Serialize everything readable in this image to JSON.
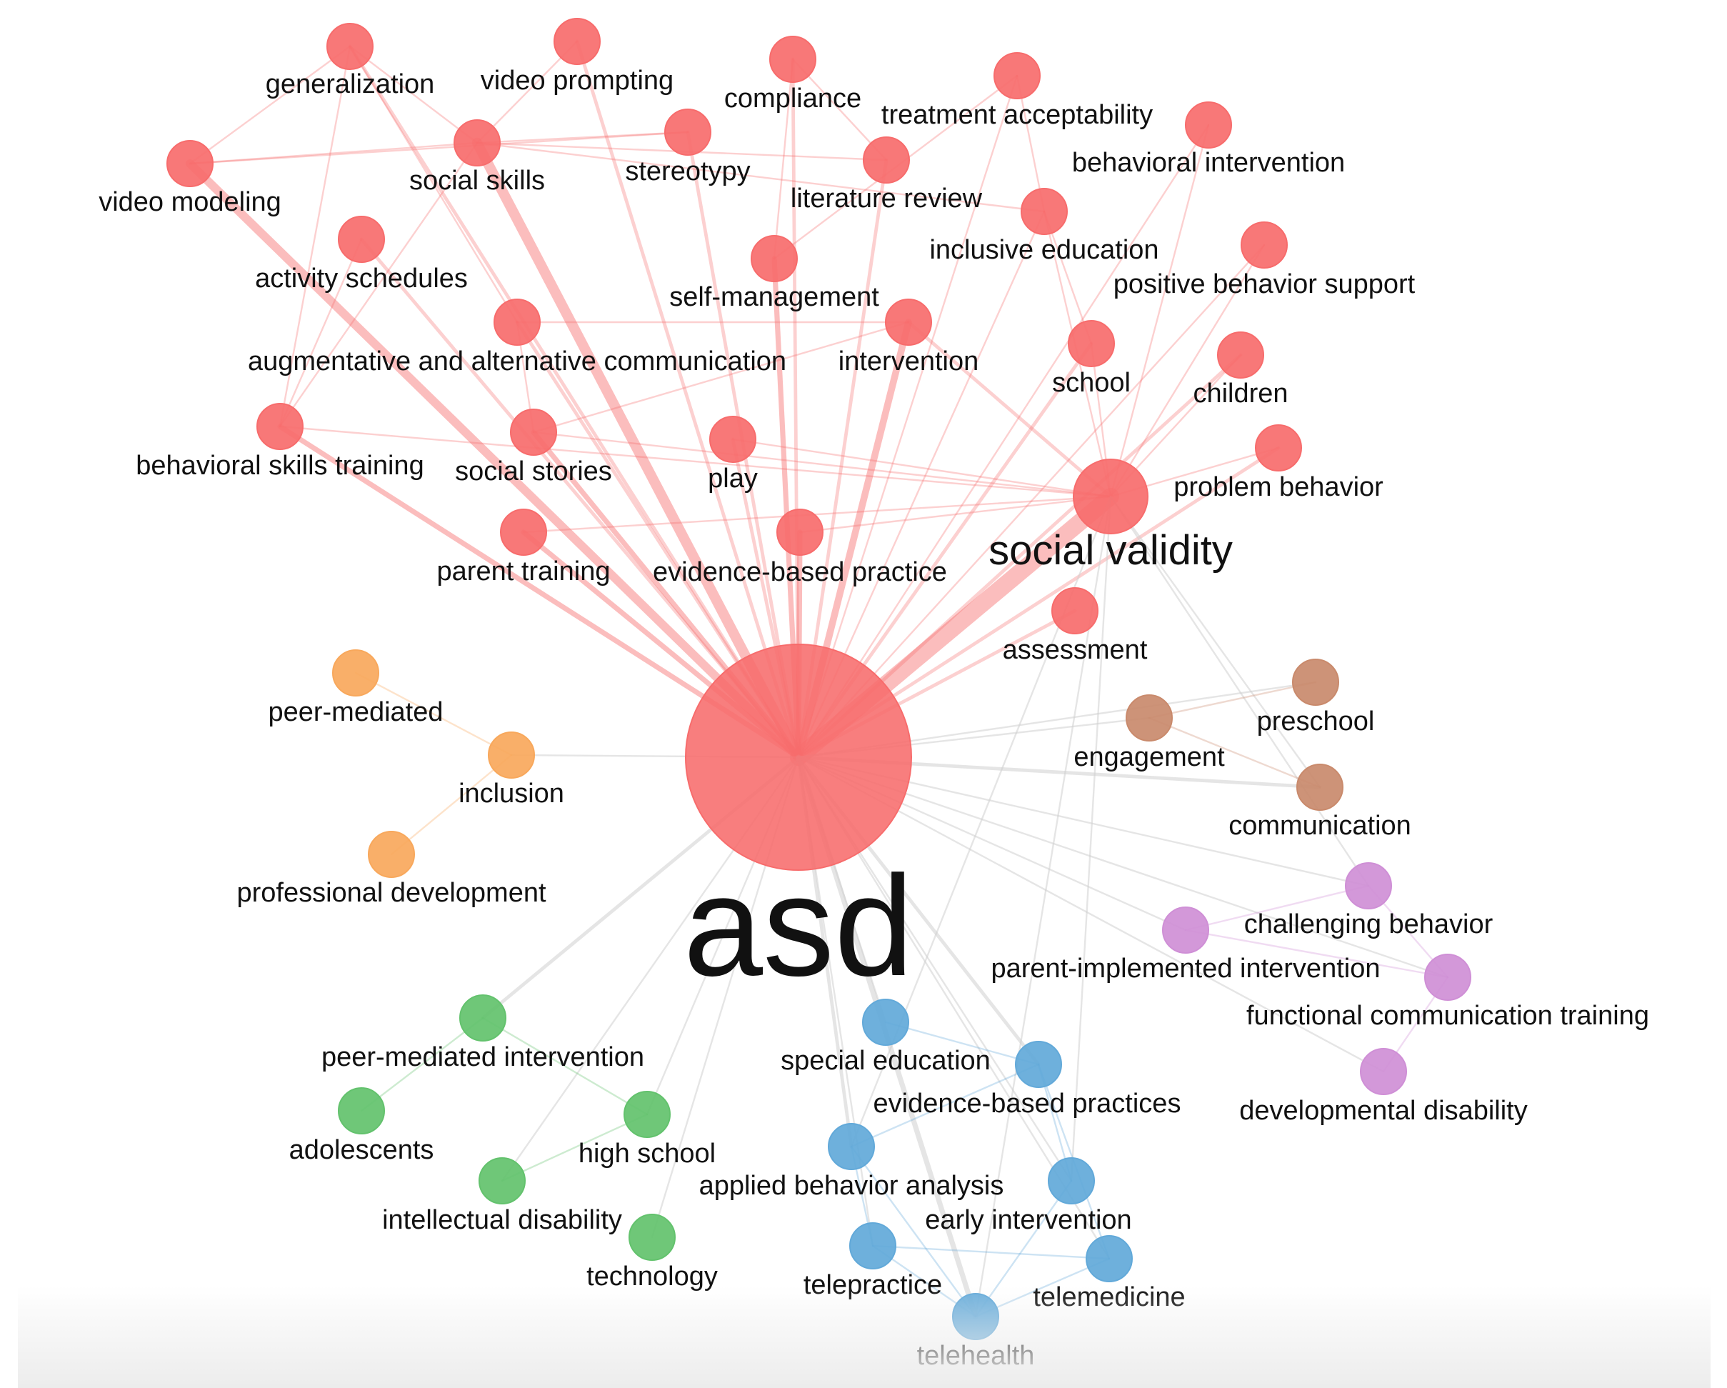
{
  "colors": {
    "red": "#f76c6c",
    "orange": "#f8a85c",
    "brown": "#c98a6c",
    "purple": "#cf8fd6",
    "green": "#63c26d",
    "blue": "#62a9d9",
    "edge_grey": "#cfcfcf"
  },
  "nodes": [
    {
      "id": "asd",
      "label": "asd",
      "cluster": "red",
      "weight": 100
    },
    {
      "id": "social-validity",
      "label": "social validity",
      "cluster": "red",
      "weight": 20
    },
    {
      "id": "generalization",
      "label": "generalization",
      "cluster": "red",
      "weight": 5
    },
    {
      "id": "video-prompting",
      "label": "video prompting",
      "cluster": "red",
      "weight": 5
    },
    {
      "id": "compliance",
      "label": "compliance",
      "cluster": "red",
      "weight": 5
    },
    {
      "id": "treatment-acceptability",
      "label": "treatment acceptability",
      "cluster": "red",
      "weight": 5
    },
    {
      "id": "behavioral-intervention",
      "label": "behavioral intervention",
      "cluster": "red",
      "weight": 5
    },
    {
      "id": "video-modeling",
      "label": "video modeling",
      "cluster": "red",
      "weight": 5
    },
    {
      "id": "social-skills",
      "label": "social skills",
      "cluster": "red",
      "weight": 5
    },
    {
      "id": "stereotypy",
      "label": "stereotypy",
      "cluster": "red",
      "weight": 5
    },
    {
      "id": "literature-review",
      "label": "literature review",
      "cluster": "red",
      "weight": 5
    },
    {
      "id": "inclusive-education",
      "label": "inclusive education",
      "cluster": "red",
      "weight": 5
    },
    {
      "id": "activity-schedules",
      "label": "activity schedules",
      "cluster": "red",
      "weight": 5
    },
    {
      "id": "self-management",
      "label": "self-management",
      "cluster": "red",
      "weight": 5
    },
    {
      "id": "positive-behavior-support",
      "label": "positive behavior support",
      "cluster": "red",
      "weight": 5
    },
    {
      "id": "aac",
      "label": "augmentative and alternative communication",
      "cluster": "red",
      "weight": 5
    },
    {
      "id": "intervention",
      "label": "intervention",
      "cluster": "red",
      "weight": 5
    },
    {
      "id": "school",
      "label": "school",
      "cluster": "red",
      "weight": 5
    },
    {
      "id": "children",
      "label": "children",
      "cluster": "red",
      "weight": 5
    },
    {
      "id": "behavioral-skills-training",
      "label": "behavioral skills training",
      "cluster": "red",
      "weight": 5
    },
    {
      "id": "social-stories",
      "label": "social stories",
      "cluster": "red",
      "weight": 5
    },
    {
      "id": "play",
      "label": "play",
      "cluster": "red",
      "weight": 5
    },
    {
      "id": "problem-behavior",
      "label": "problem behavior",
      "cluster": "red",
      "weight": 5
    },
    {
      "id": "parent-training",
      "label": "parent training",
      "cluster": "red",
      "weight": 5
    },
    {
      "id": "evidence-based-practice",
      "label": "evidence-based practice",
      "cluster": "red",
      "weight": 5
    },
    {
      "id": "assessment",
      "label": "assessment",
      "cluster": "red",
      "weight": 5
    },
    {
      "id": "peer-mediated",
      "label": "peer-mediated",
      "cluster": "orange",
      "weight": 5
    },
    {
      "id": "inclusion",
      "label": "inclusion",
      "cluster": "orange",
      "weight": 5
    },
    {
      "id": "professional-development",
      "label": "professional development",
      "cluster": "orange",
      "weight": 5
    },
    {
      "id": "preschool",
      "label": "preschool",
      "cluster": "brown",
      "weight": 5
    },
    {
      "id": "engagement",
      "label": "engagement",
      "cluster": "brown",
      "weight": 5
    },
    {
      "id": "communication",
      "label": "communication",
      "cluster": "brown",
      "weight": 5
    },
    {
      "id": "challenging-behavior",
      "label": "challenging behavior",
      "cluster": "purple",
      "weight": 5
    },
    {
      "id": "parent-implemented-intervention",
      "label": "parent-implemented intervention",
      "cluster": "purple",
      "weight": 5
    },
    {
      "id": "functional-communication-training",
      "label": "functional communication training",
      "cluster": "purple",
      "weight": 5
    },
    {
      "id": "developmental-disability",
      "label": "developmental disability",
      "cluster": "purple",
      "weight": 5
    },
    {
      "id": "peer-mediated-intervention",
      "label": "peer-mediated intervention",
      "cluster": "green",
      "weight": 5
    },
    {
      "id": "adolescents",
      "label": "adolescents",
      "cluster": "green",
      "weight": 5
    },
    {
      "id": "high-school",
      "label": "high school",
      "cluster": "green",
      "weight": 5
    },
    {
      "id": "intellectual-disability",
      "label": "intellectual disability",
      "cluster": "green",
      "weight": 5
    },
    {
      "id": "technology",
      "label": "technology",
      "cluster": "green",
      "weight": 5
    },
    {
      "id": "special-education",
      "label": "special education",
      "cluster": "blue",
      "weight": 5
    },
    {
      "id": "evidence-based-practices",
      "label": "evidence-based practices",
      "cluster": "blue",
      "weight": 5
    },
    {
      "id": "applied-behavior-analysis",
      "label": "applied behavior analysis",
      "cluster": "blue",
      "weight": 5
    },
    {
      "id": "early-intervention",
      "label": "early intervention",
      "cluster": "blue",
      "weight": 5
    },
    {
      "id": "telepractice",
      "label": "telepractice",
      "cluster": "blue",
      "weight": 5
    },
    {
      "id": "telemedicine",
      "label": "telemedicine",
      "cluster": "blue",
      "weight": 5
    },
    {
      "id": "telehealth",
      "label": "telehealth",
      "cluster": "blue",
      "weight": 5
    }
  ],
  "edges": [
    {
      "source": "asd",
      "target": "social-validity",
      "weight": 10
    },
    {
      "source": "asd",
      "target": "social-skills",
      "weight": 6
    },
    {
      "source": "asd",
      "target": "video-modeling",
      "weight": 5
    },
    {
      "source": "asd",
      "target": "intervention",
      "weight": 4
    },
    {
      "source": "asd",
      "target": "self-management",
      "weight": 3
    },
    {
      "source": "asd",
      "target": "parent-training",
      "weight": 3
    },
    {
      "source": "asd",
      "target": "social-stories",
      "weight": 3
    },
    {
      "source": "asd",
      "target": "behavioral-skills-training",
      "weight": 3
    },
    {
      "source": "asd",
      "target": "evidence-based-practice",
      "weight": 3
    },
    {
      "source": "asd",
      "target": "generalization",
      "weight": 2
    },
    {
      "source": "asd",
      "target": "video-prompting",
      "weight": 2
    },
    {
      "source": "asd",
      "target": "compliance",
      "weight": 2
    },
    {
      "source": "asd",
      "target": "treatment-acceptability",
      "weight": 1
    },
    {
      "source": "asd",
      "target": "behavioral-intervention",
      "weight": 1
    },
    {
      "source": "asd",
      "target": "stereotypy",
      "weight": 2
    },
    {
      "source": "asd",
      "target": "literature-review",
      "weight": 2
    },
    {
      "source": "asd",
      "target": "inclusive-education",
      "weight": 1
    },
    {
      "source": "asd",
      "target": "activity-schedules",
      "weight": 2
    },
    {
      "source": "asd",
      "target": "positive-behavior-support",
      "weight": 1
    },
    {
      "source": "asd",
      "target": "aac",
      "weight": 2
    },
    {
      "source": "asd",
      "target": "school",
      "weight": 2
    },
    {
      "source": "asd",
      "target": "children",
      "weight": 2
    },
    {
      "source": "asd",
      "target": "play",
      "weight": 2
    },
    {
      "source": "asd",
      "target": "problem-behavior",
      "weight": 2
    },
    {
      "source": "asd",
      "target": "assessment",
      "weight": 2
    },
    {
      "source": "asd",
      "target": "inclusion",
      "weight": 1
    },
    {
      "source": "asd",
      "target": "engagement",
      "weight": 1
    },
    {
      "source": "asd",
      "target": "preschool",
      "weight": 1
    },
    {
      "source": "asd",
      "target": "communication",
      "weight": 2
    },
    {
      "source": "asd",
      "target": "challenging-behavior",
      "weight": 1
    },
    {
      "source": "asd",
      "target": "parent-implemented-intervention",
      "weight": 1
    },
    {
      "source": "asd",
      "target": "functional-communication-training",
      "weight": 1
    },
    {
      "source": "asd",
      "target": "developmental-disability",
      "weight": 1
    },
    {
      "source": "asd",
      "target": "peer-mediated-intervention",
      "weight": 2
    },
    {
      "source": "asd",
      "target": "high-school",
      "weight": 1
    },
    {
      "source": "asd",
      "target": "intellectual-disability",
      "weight": 1
    },
    {
      "source": "asd",
      "target": "technology",
      "weight": 1
    },
    {
      "source": "asd",
      "target": "special-education",
      "weight": 1
    },
    {
      "source": "asd",
      "target": "evidence-based-practices",
      "weight": 2
    },
    {
      "source": "asd",
      "target": "applied-behavior-analysis",
      "weight": 2
    },
    {
      "source": "asd",
      "target": "early-intervention",
      "weight": 1
    },
    {
      "source": "asd",
      "target": "telepractice",
      "weight": 1
    },
    {
      "source": "asd",
      "target": "telehealth",
      "weight": 3
    },
    {
      "source": "asd",
      "target": "telemedicine",
      "weight": 1
    },
    {
      "source": "social-validity",
      "target": "intervention",
      "weight": 2
    },
    {
      "source": "social-validity",
      "target": "social-stories",
      "weight": 1
    },
    {
      "source": "social-validity",
      "target": "play",
      "weight": 1
    },
    {
      "source": "social-validity",
      "target": "parent-training",
      "weight": 1
    },
    {
      "source": "social-validity",
      "target": "behavioral-skills-training",
      "weight": 1
    },
    {
      "source": "social-validity",
      "target": "school",
      "weight": 1
    },
    {
      "source": "social-validity",
      "target": "children",
      "weight": 1
    },
    {
      "source": "social-validity",
      "target": "problem-behavior",
      "weight": 1
    },
    {
      "source": "social-validity",
      "target": "inclusive-education",
      "weight": 1
    },
    {
      "source": "social-validity",
      "target": "positive-behavior-support",
      "weight": 1
    },
    {
      "source": "social-validity",
      "target": "behavioral-intervention",
      "weight": 1
    },
    {
      "source": "social-validity",
      "target": "evidence-based-practice",
      "weight": 1
    },
    {
      "source": "social-validity",
      "target": "communication",
      "weight": 1
    },
    {
      "source": "social-validity",
      "target": "challenging-behavior",
      "weight": 1
    },
    {
      "source": "social-validity",
      "target": "early-intervention",
      "weight": 1
    },
    {
      "source": "social-validity",
      "target": "applied-behavior-analysis",
      "weight": 1
    },
    {
      "source": "social-validity",
      "target": "telehealth",
      "weight": 1
    },
    {
      "source": "social-skills",
      "target": "video-modeling",
      "weight": 1
    },
    {
      "source": "social-skills",
      "target": "generalization",
      "weight": 1
    },
    {
      "source": "social-skills",
      "target": "stereotypy",
      "weight": 1
    },
    {
      "source": "social-skills",
      "target": "literature-review",
      "weight": 1
    },
    {
      "source": "social-skills",
      "target": "video-prompting",
      "weight": 1
    },
    {
      "source": "social-skills",
      "target": "behavioral-skills-training",
      "weight": 1
    },
    {
      "source": "social-skills",
      "target": "inclusive-education",
      "weight": 1
    },
    {
      "source": "generalization",
      "target": "video-modeling",
      "weight": 1
    },
    {
      "source": "generalization",
      "target": "behavioral-skills-training",
      "weight": 1
    },
    {
      "source": "generalization",
      "target": "aac",
      "weight": 1
    },
    {
      "source": "video-modeling",
      "target": "stereotypy",
      "weight": 1
    },
    {
      "source": "compliance",
      "target": "literature-review",
      "weight": 1
    },
    {
      "source": "compliance",
      "target": "self-management",
      "weight": 1
    },
    {
      "source": "treatment-acceptability",
      "target": "inclusive-education",
      "weight": 1
    },
    {
      "source": "treatment-acceptability",
      "target": "self-management",
      "weight": 1
    },
    {
      "source": "inclusive-education",
      "target": "school",
      "weight": 1
    },
    {
      "source": "activity-schedules",
      "target": "behavioral-skills-training",
      "weight": 1
    },
    {
      "source": "intervention",
      "target": "social-stories",
      "weight": 1
    },
    {
      "source": "intervention",
      "target": "aac",
      "weight": 1
    },
    {
      "source": "social-stories",
      "target": "aac",
      "weight": 1
    },
    {
      "source": "peer-mediated",
      "target": "inclusion",
      "weight": 1
    },
    {
      "source": "inclusion",
      "target": "professional-development",
      "weight": 1
    },
    {
      "source": "engagement",
      "target": "preschool",
      "weight": 1
    },
    {
      "source": "engagement",
      "target": "communication",
      "weight": 1
    },
    {
      "source": "challenging-behavior",
      "target": "parent-implemented-intervention",
      "weight": 1
    },
    {
      "source": "challenging-behavior",
      "target": "functional-communication-training",
      "weight": 1
    },
    {
      "source": "parent-implemented-intervention",
      "target": "functional-communication-training",
      "weight": 1
    },
    {
      "source": "functional-communication-training",
      "target": "developmental-disability",
      "weight": 1
    },
    {
      "source": "peer-mediated-intervention",
      "target": "adolescents",
      "weight": 1
    },
    {
      "source": "peer-mediated-intervention",
      "target": "high-school",
      "weight": 1
    },
    {
      "source": "high-school",
      "target": "intellectual-disability",
      "weight": 1
    },
    {
      "source": "special-education",
      "target": "evidence-based-practices",
      "weight": 1
    },
    {
      "source": "evidence-based-practices",
      "target": "applied-behavior-analysis",
      "weight": 1
    },
    {
      "source": "evidence-based-practices",
      "target": "early-intervention",
      "weight": 1
    },
    {
      "source": "evidence-based-practices",
      "target": "telemedicine",
      "weight": 1
    },
    {
      "source": "applied-behavior-analysis",
      "target": "telepractice",
      "weight": 1
    },
    {
      "source": "telepractice",
      "target": "telehealth",
      "weight": 1
    },
    {
      "source": "telepractice",
      "target": "telemedicine",
      "weight": 1
    },
    {
      "source": "telemedicine",
      "target": "telehealth",
      "weight": 1
    },
    {
      "source": "early-intervention",
      "target": "telehealth",
      "weight": 1
    },
    {
      "source": "applied-behavior-analysis",
      "target": "telehealth",
      "weight": 1
    }
  ]
}
